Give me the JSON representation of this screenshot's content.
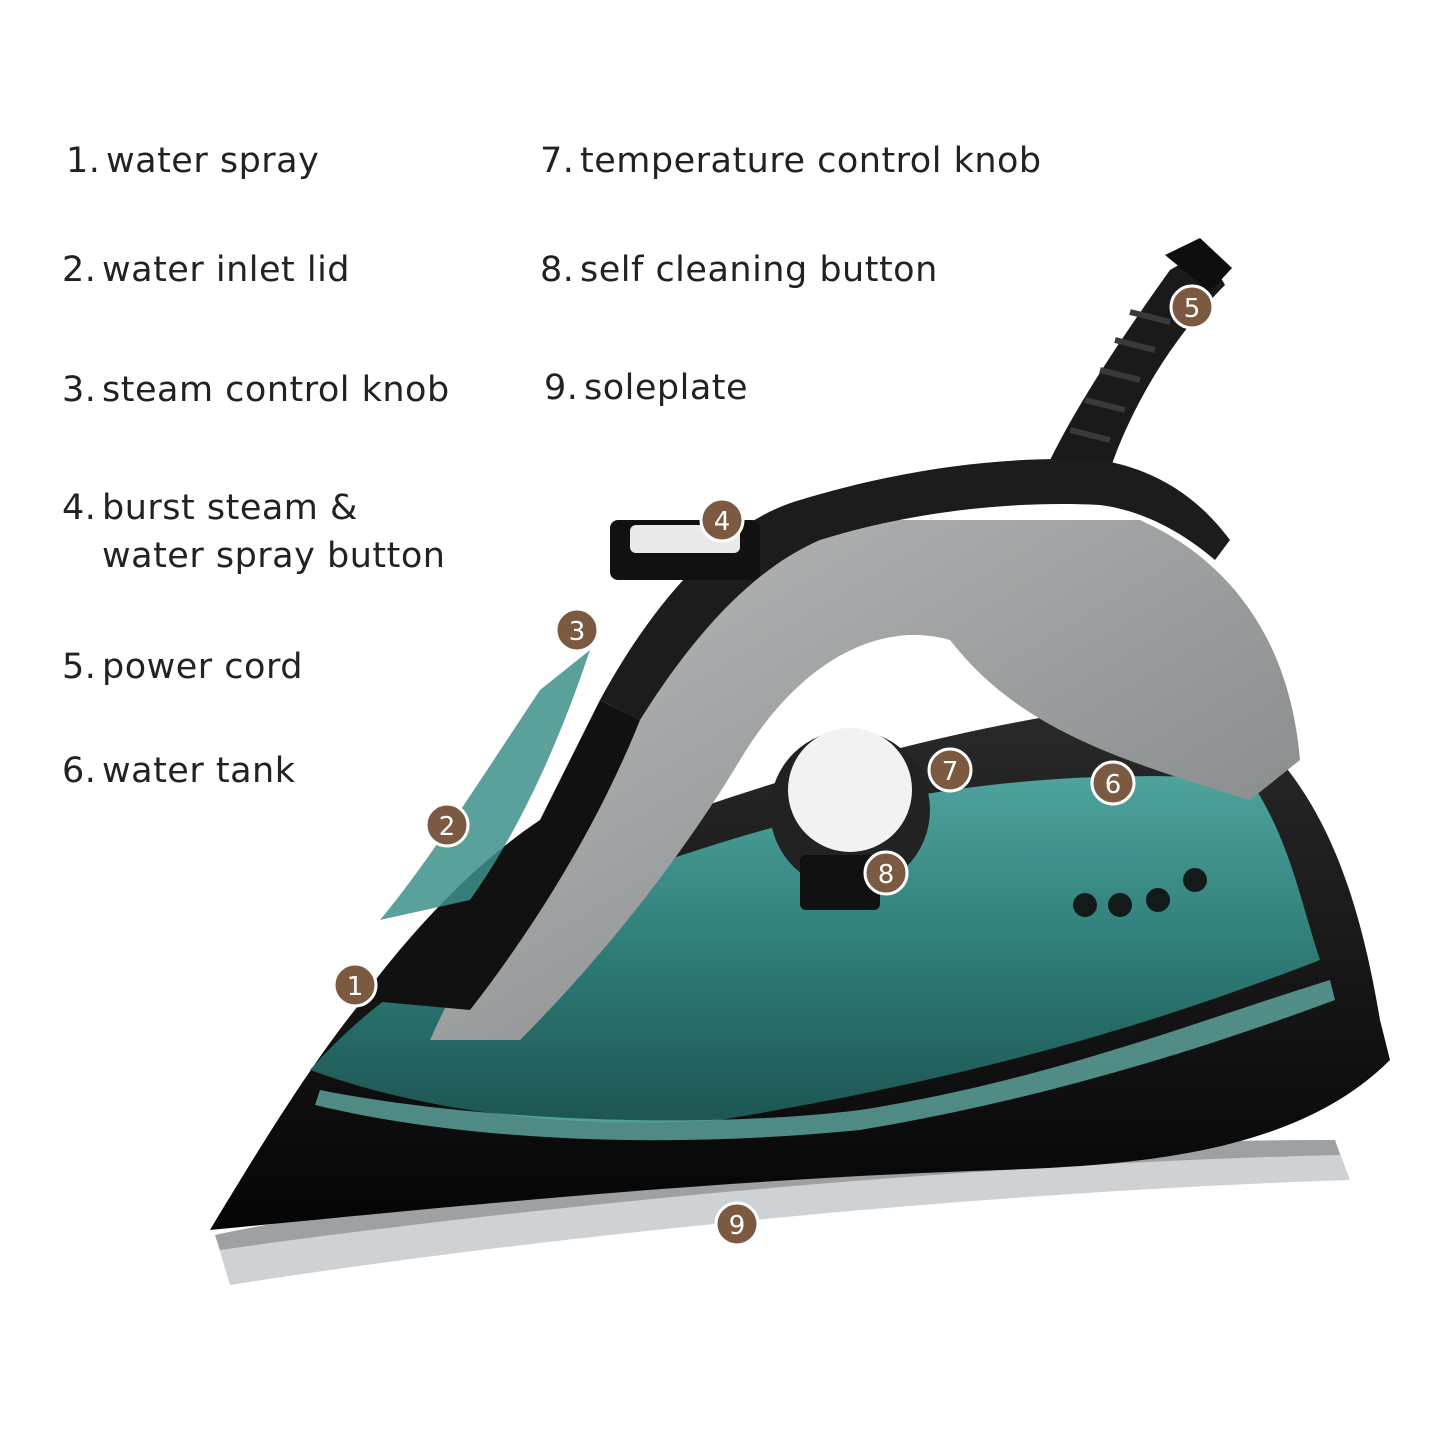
{
  "legend": {
    "items": [
      {
        "number": "1.",
        "text": "water spray",
        "cont": ""
      },
      {
        "number": "2.",
        "text": "water inlet lid",
        "cont": ""
      },
      {
        "number": "3.",
        "text": "steam control knob",
        "cont": ""
      },
      {
        "number": "4.",
        "text": "burst steam &",
        "cont": "water spray button"
      },
      {
        "number": "5.",
        "text": "power cord",
        "cont": ""
      },
      {
        "number": "6.",
        "text": "water tank",
        "cont": ""
      },
      {
        "number": "7.",
        "text": "temperature control knob",
        "cont": ""
      },
      {
        "number": "8.",
        "text": "self cleaning button",
        "cont": ""
      },
      {
        "number": "9.",
        "text": "soleplate",
        "cont": ""
      }
    ]
  },
  "markers": [
    "1",
    "2",
    "3",
    "4",
    "5",
    "6",
    "7",
    "8",
    "9"
  ],
  "colors": {
    "marker_fill": "#7b5a41",
    "marker_ring": "#ffffff",
    "teal": "#2e7c78",
    "teal_light": "#5fb5ad",
    "body_black": "#141414",
    "handle_gray": "#9a9c9d",
    "soleplate_silver": "#c9ccce"
  }
}
